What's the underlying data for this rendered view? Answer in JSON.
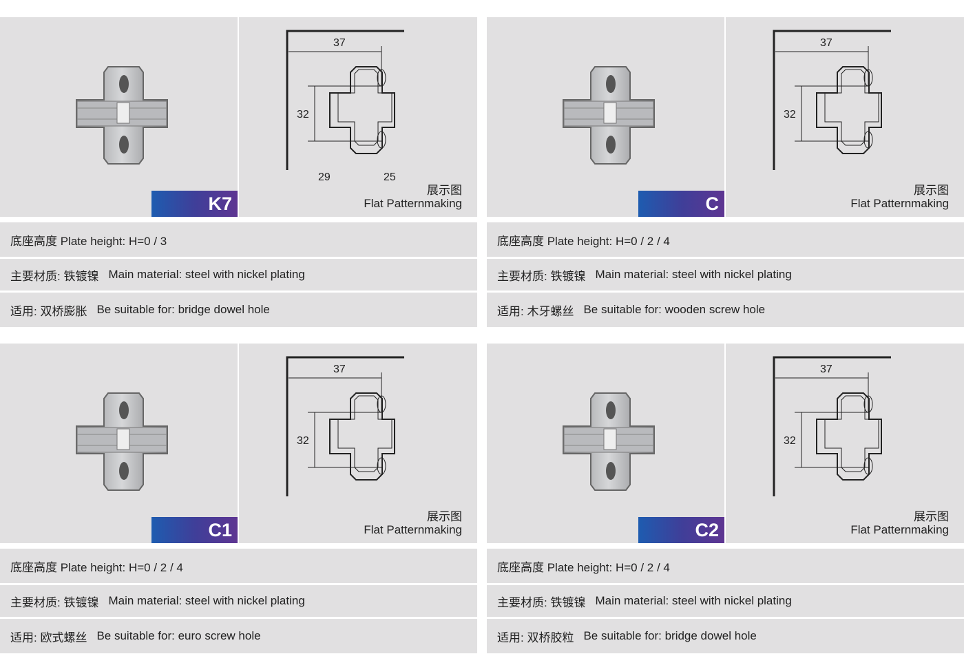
{
  "caption": {
    "cn": "展示图",
    "en": "Flat Patternmaking"
  },
  "cards": [
    {
      "model": "K7",
      "dims": {
        "width": "37",
        "height": "32",
        "left": "29",
        "right": "25"
      },
      "plate_height": "底座高度 Plate height: H=0 / 3",
      "material_cn": "主要材质: 铁镀镍",
      "material_en": "Main material: steel with nickel plating",
      "suitable_cn": "适用: 双桥膨胀",
      "suitable_en": "Be suitable for: bridge dowel hole"
    },
    {
      "model": "C",
      "dims": {
        "width": "37",
        "height": "32"
      },
      "plate_height": "底座高度 Plate height: H=0 / 2 / 4",
      "material_cn": "主要材质: 铁镀镍",
      "material_en": "Main material: steel with nickel plating",
      "suitable_cn": "适用: 木牙螺丝",
      "suitable_en": "Be suitable for: wooden screw hole"
    },
    {
      "model": "C1",
      "dims": {
        "width": "37",
        "height": "32"
      },
      "plate_height": "底座高度 Plate height: H=0 / 2 / 4",
      "material_cn": "主要材质: 铁镀镍",
      "material_en": "Main material: steel with nickel plating",
      "suitable_cn": "适用: 欧式螺丝",
      "suitable_en": "Be suitable for: euro screw hole"
    },
    {
      "model": "C2",
      "dims": {
        "width": "37",
        "height": "32"
      },
      "plate_height": "底座高度 Plate height: H=0 / 2 / 4",
      "material_cn": "主要材质: 铁镀镍",
      "material_en": "Main material: steel with nickel plating",
      "suitable_cn": "适用: 双桥胶粒",
      "suitable_en": "Be suitable for: bridge dowel hole"
    }
  ]
}
